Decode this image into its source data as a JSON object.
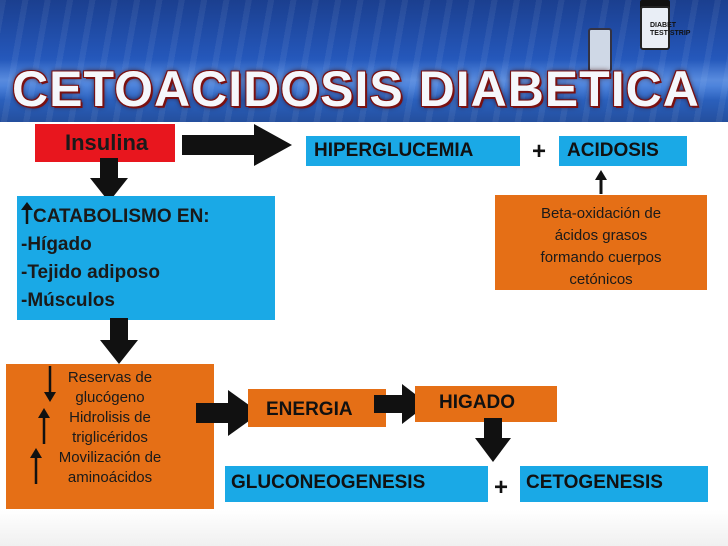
{
  "title": "CETOACIDOSIS DIABETICA",
  "vial_label": "DIABET\nTEST STRIP",
  "insulina": {
    "label": "Insulina",
    "indicator": "down"
  },
  "hiperglucemia": "HIPERGLUCEMIA",
  "acidosis": "ACIDOSIS",
  "plus_top": "+",
  "beta_box": {
    "lines": [
      "Beta-oxidación de",
      "ácidos grasos",
      "formando cuerpos",
      "cetónicos"
    ]
  },
  "catabolismo": {
    "heading": "CATABOLISMO EN:",
    "items": [
      "-Hígado",
      "-Tejido adiposo",
      "-Músculos"
    ],
    "indicator": "up"
  },
  "reservas": {
    "lines": [
      "Reservas de",
      "glucógeno",
      "Hidrolisis de",
      "triglicéridos",
      "Movilización de",
      "aminoácidos"
    ]
  },
  "energia": "ENERGIA",
  "higado": "HIGADO",
  "gluconeogenesis": "GLUCONEOGENESIS",
  "cetogenesis": "CETOGENESIS",
  "plus_bottom": "+",
  "colors": {
    "red": "#e8161e",
    "cyan": "#1aa9e6",
    "orange": "#e56f16",
    "arrow": "#111111",
    "banner": "#2456b8"
  }
}
